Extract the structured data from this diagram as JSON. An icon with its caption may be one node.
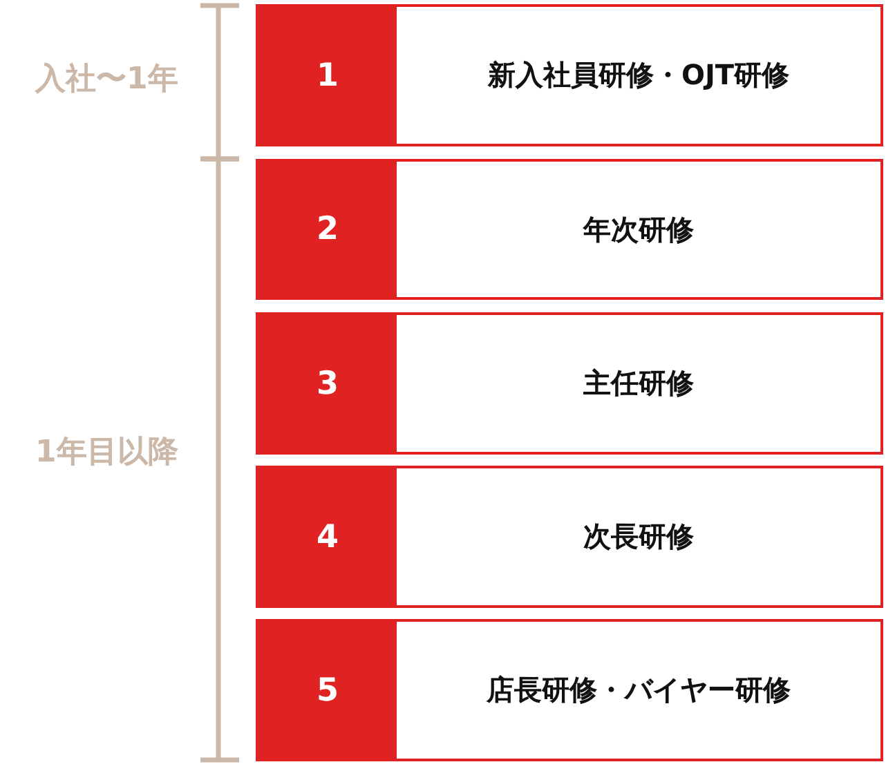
{
  "diagram": {
    "nodes": [
      {
        "text": [
          "1",
          "新入社員研修・OJT研修"
        ]
      },
      {
        "text": [
          "2",
          "年次研修"
        ]
      },
      {
        "text": [
          "3",
          "主任研修"
        ]
      },
      {
        "text": [
          "4",
          "次長研修"
        ]
      },
      {
        "text": [
          "5",
          "店長研修・バイヤー研修"
        ]
      }
    ],
    "labels": [
      "入社〜1年",
      "1年目以降"
    ]
  }
}
